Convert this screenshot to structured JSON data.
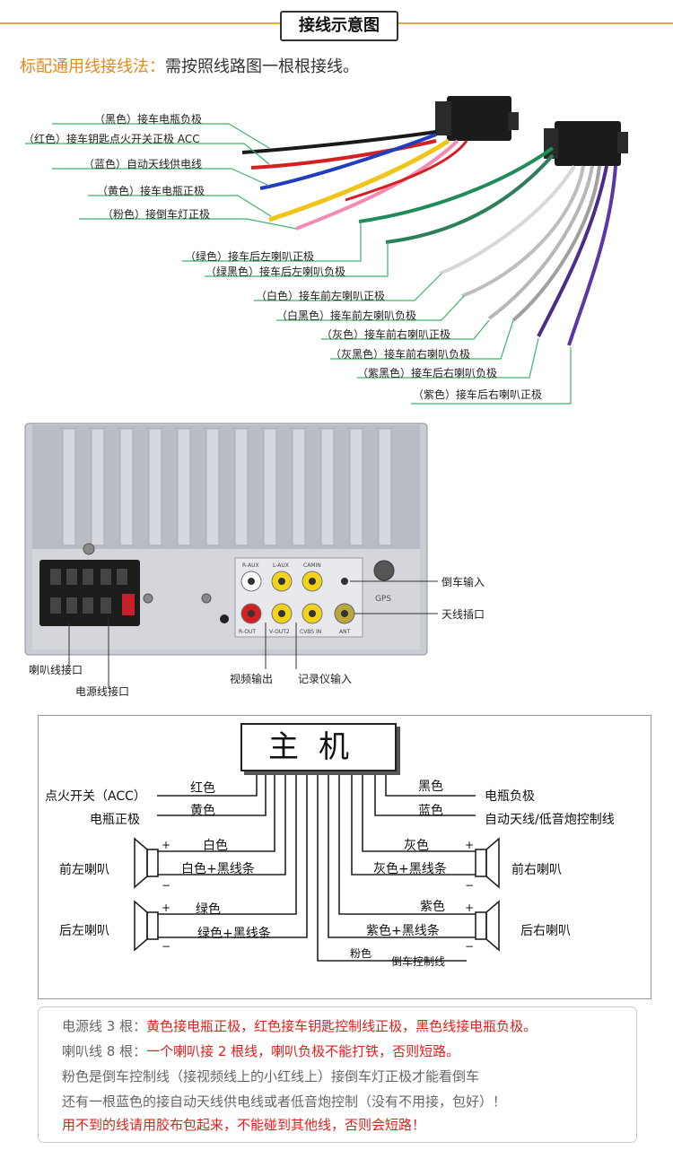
{
  "header": {
    "title": "接线示意图"
  },
  "subtitle": {
    "highlight": "标配通用线接线法：",
    "rest": "需按照线路图一根根接线。"
  },
  "wires": [
    {
      "label": "（黑色）接车电瓶负极",
      "color": "#1a1a1a"
    },
    {
      "label": "（红色）接车钥匙点火开关正极 ACC",
      "color": "#d42020"
    },
    {
      "label": "（蓝色）自动天线供电线",
      "color": "#1f3fbf"
    },
    {
      "label": "（黄色）接车电瓶正极",
      "color": "#f0c419"
    },
    {
      "label": "（粉色）接倒车灯正极",
      "color": "#f28cb5"
    },
    {
      "label": "（绿色）接车后左喇叭正极",
      "color": "#1f8c5a"
    },
    {
      "label": "（绿黑色）接车后左喇叭负极",
      "color": "#2e7d5b"
    },
    {
      "label": "（白色）接车前左喇叭正极",
      "color": "#e8e8e8"
    },
    {
      "label": "（白黑色）接车前左喇叭负极",
      "color": "#cfcfcf"
    },
    {
      "label": "（灰色）接车前右喇叭正极",
      "color": "#a0a0a0"
    },
    {
      "label": "（灰黑色）接车前右喇叭负极",
      "color": "#8c8c8c"
    },
    {
      "label": "（紫黑色）接车后右喇叭负极",
      "color": "#4a2c8c"
    },
    {
      "label": "（紫色）接车后右喇叭正极",
      "color": "#5b36a8"
    }
  ],
  "panel": {
    "port_labels": {
      "top1": "R-AUX",
      "top2": "L-AUX",
      "top3": "CAMIN",
      "bot1": "R-OUT",
      "bot2": "V-OUT2",
      "bot3": "CVBS IN",
      "gps": "GPS",
      "ant": "ANT"
    },
    "reverse_input": "倒车输入",
    "antenna_socket": "天线插口",
    "speaker_port": "喇叭线接口",
    "power_port": "电源线接口",
    "video_output": "视频输出",
    "dashcam_input": "记录仪输入"
  },
  "schematic": {
    "host": "主机",
    "left": {
      "acc": "点火开关（ACC）",
      "acc_wire": "红色",
      "battery_pos": "电瓶正极",
      "battery_pos_wire": "黄色",
      "front_left": "前左喇叭",
      "front_left_pos": "白色",
      "front_left_neg": "白色+黑线条",
      "rear_left": "后左喇叭",
      "rear_left_pos": "绿色",
      "rear_left_neg": "绿色+黑线条"
    },
    "right": {
      "battery_neg_wire": "黑色",
      "battery_neg": "电瓶负极",
      "antenna_wire": "蓝色",
      "antenna": "自动天线/低音炮控制线",
      "front_right": "前右喇叭",
      "front_right_pos": "灰色",
      "front_right_neg": "灰色+黑线条",
      "rear_right": "后右喇叭",
      "rear_right_pos": "紫色",
      "rear_right_neg": "紫色+黑线条"
    },
    "reverse_wire": "粉色",
    "reverse_label": "倒车控制线",
    "plus": "+",
    "minus": "−"
  },
  "notes": {
    "line1_prefix": "电源线 3 根：",
    "line1_red": "黄色接电瓶正极，红色接车钥匙控制线正极，黑色线接电瓶负极。",
    "line2_prefix": "喇叭线 8 根：",
    "line2_red": "一个喇叭接 2 根线，喇叭负极不能打铁，否则短路。",
    "line3": "粉色是倒车控制线（接视频线上的小红线上）接倒车灯正极才能看倒车",
    "line4": "还有一根蓝色的接自动天线供电线或者低音炮控制（没有不用接，包好）！",
    "line5": "用不到的线请用胶布包起来，不能碰到其他线，否则会短路！"
  }
}
